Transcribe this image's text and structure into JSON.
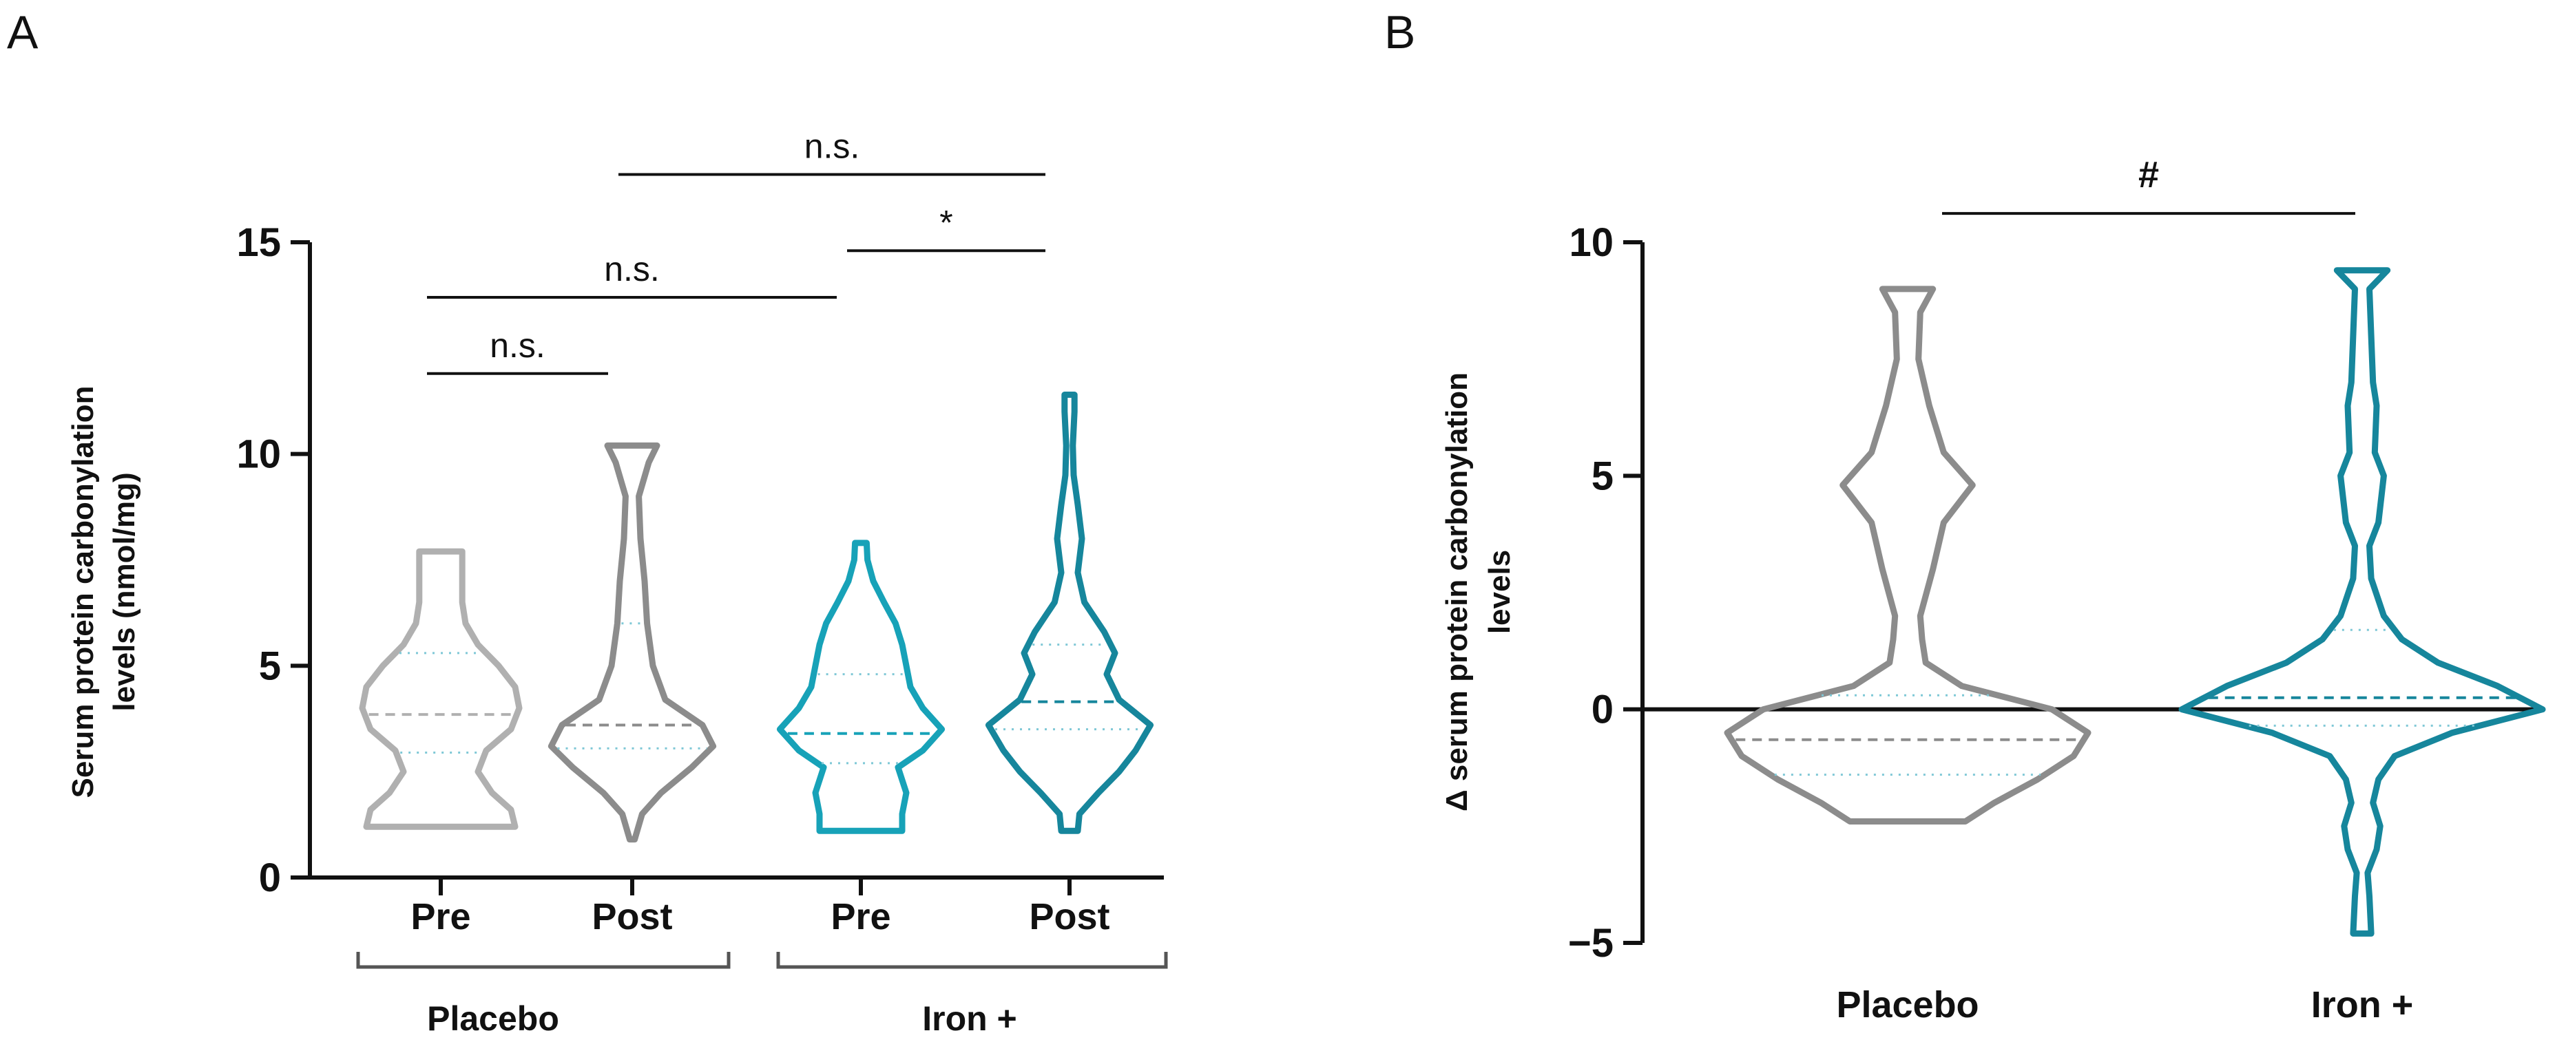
{
  "colors": {
    "placebo_pre": "#b0b0b0",
    "placebo_post": "#8c8c8c",
    "iron_pre": "#17a2b8",
    "iron_post": "#16869c",
    "axis": "#111111"
  },
  "chart_data": [
    {
      "panel_label": "A",
      "type": "violin",
      "ylabel_line1": "Serum protein carbonylation",
      "ylabel_line2": "levels (nmol/mg)",
      "ylim": [
        0,
        15
      ],
      "yticks": [
        0,
        5,
        10,
        15
      ],
      "grid": false,
      "groups": [
        {
          "label": "Placebo",
          "categories": [
            0,
            1
          ]
        },
        {
          "label": "Iron +",
          "categories": [
            2,
            3
          ]
        }
      ],
      "categories": [
        {
          "label": "Pre",
          "color_key": "placebo_pre",
          "min": 1.2,
          "max": 7.7,
          "q1": 2.95,
          "median": 3.85,
          "q3": 5.3,
          "profile": [
            [
              1.2,
              0.9
            ],
            [
              1.6,
              0.85
            ],
            [
              2.0,
              0.62
            ],
            [
              2.5,
              0.45
            ],
            [
              3.0,
              0.55
            ],
            [
              3.5,
              0.85
            ],
            [
              4.0,
              0.95
            ],
            [
              4.5,
              0.9
            ],
            [
              5.0,
              0.7
            ],
            [
              5.5,
              0.45
            ],
            [
              6.0,
              0.3
            ],
            [
              6.5,
              0.26
            ],
            [
              7.0,
              0.26
            ],
            [
              7.7,
              0.26
            ]
          ]
        },
        {
          "label": "Post",
          "color_key": "placebo_post",
          "min": 0.9,
          "max": 10.2,
          "q1": 3.05,
          "median": 3.6,
          "q3": 6.0,
          "profile": [
            [
              0.9,
              0.03
            ],
            [
              1.5,
              0.12
            ],
            [
              2.0,
              0.35
            ],
            [
              2.6,
              0.72
            ],
            [
              3.1,
              0.98
            ],
            [
              3.6,
              0.85
            ],
            [
              4.2,
              0.4
            ],
            [
              5.0,
              0.25
            ],
            [
              6.0,
              0.18
            ],
            [
              7.0,
              0.15
            ],
            [
              8.0,
              0.1
            ],
            [
              9.0,
              0.08
            ],
            [
              9.8,
              0.2
            ],
            [
              10.2,
              0.3
            ]
          ]
        },
        {
          "label": "Pre",
          "color_key": "iron_pre",
          "min": 1.1,
          "max": 7.9,
          "q1": 2.7,
          "median": 3.4,
          "q3": 4.8,
          "profile": [
            [
              1.1,
              0.5
            ],
            [
              1.5,
              0.5
            ],
            [
              2.0,
              0.55
            ],
            [
              2.6,
              0.45
            ],
            [
              3.0,
              0.75
            ],
            [
              3.5,
              0.98
            ],
            [
              4.0,
              0.75
            ],
            [
              4.5,
              0.6
            ],
            [
              5.0,
              0.55
            ],
            [
              5.5,
              0.5
            ],
            [
              6.0,
              0.42
            ],
            [
              6.5,
              0.28
            ],
            [
              7.0,
              0.15
            ],
            [
              7.5,
              0.08
            ],
            [
              7.9,
              0.07
            ]
          ]
        },
        {
          "label": "Post",
          "color_key": "iron_post",
          "min": 1.1,
          "max": 11.4,
          "q1": 3.5,
          "median": 4.15,
          "q3": 5.5,
          "profile": [
            [
              1.1,
              0.1
            ],
            [
              1.5,
              0.12
            ],
            [
              2.0,
              0.35
            ],
            [
              2.5,
              0.6
            ],
            [
              3.0,
              0.8
            ],
            [
              3.6,
              0.98
            ],
            [
              4.2,
              0.6
            ],
            [
              4.8,
              0.45
            ],
            [
              5.3,
              0.55
            ],
            [
              5.8,
              0.42
            ],
            [
              6.5,
              0.18
            ],
            [
              7.2,
              0.1
            ],
            [
              8.0,
              0.15
            ],
            [
              8.8,
              0.1
            ],
            [
              9.5,
              0.05
            ],
            [
              10.2,
              0.04
            ],
            [
              11.0,
              0.06
            ],
            [
              11.4,
              0.06
            ]
          ]
        }
      ],
      "significance": [
        {
          "from": 0,
          "to": 1,
          "text": "n.s.",
          "y": 11.9
        },
        {
          "from": 0,
          "to": 2,
          "text": "n.s.",
          "y": 13.7
        },
        {
          "from": 2,
          "to": 3,
          "text": "*",
          "y": 14.8
        },
        {
          "from": 1,
          "to": 3,
          "text": "n.s.",
          "y": 16.6
        }
      ]
    },
    {
      "panel_label": "B",
      "type": "violin",
      "ylabel_line1": "Δ serum protein carbonylation",
      "ylabel_line2": "levels",
      "ylim": [
        -5,
        10
      ],
      "yticks": [
        -5,
        0,
        5,
        10
      ],
      "yticklabels": [
        "−5",
        "0",
        "5",
        "10"
      ],
      "zero_line": true,
      "grid": false,
      "categories": [
        {
          "label": "Placebo",
          "color_key": "placebo_post",
          "min": -2.4,
          "max": 9.0,
          "q1": -1.4,
          "median": -0.65,
          "q3": 0.3,
          "profile": [
            [
              -2.4,
              0.32
            ],
            [
              -2.0,
              0.48
            ],
            [
              -1.5,
              0.72
            ],
            [
              -1.0,
              0.92
            ],
            [
              -0.5,
              1.0
            ],
            [
              0.0,
              0.8
            ],
            [
              0.5,
              0.3
            ],
            [
              1.0,
              0.1
            ],
            [
              1.5,
              0.08
            ],
            [
              2.0,
              0.07
            ],
            [
              3.0,
              0.14
            ],
            [
              4.0,
              0.2
            ],
            [
              4.8,
              0.36
            ],
            [
              5.5,
              0.2
            ],
            [
              6.5,
              0.12
            ],
            [
              7.5,
              0.06
            ],
            [
              8.5,
              0.07
            ],
            [
              9.0,
              0.14
            ]
          ]
        },
        {
          "label": "Iron +",
          "color_key": "iron_post",
          "min": -4.8,
          "max": 9.4,
          "q1": -0.35,
          "median": 0.25,
          "q3": 1.7,
          "profile": [
            [
              -4.8,
              0.05
            ],
            [
              -4.0,
              0.04
            ],
            [
              -3.5,
              0.03
            ],
            [
              -3.0,
              0.08
            ],
            [
              -2.5,
              0.1
            ],
            [
              -2.0,
              0.06
            ],
            [
              -1.5,
              0.09
            ],
            [
              -1.0,
              0.18
            ],
            [
              -0.5,
              0.5
            ],
            [
              0.0,
              1.0
            ],
            [
              0.5,
              0.75
            ],
            [
              1.0,
              0.42
            ],
            [
              1.5,
              0.22
            ],
            [
              2.0,
              0.12
            ],
            [
              2.8,
              0.05
            ],
            [
              3.5,
              0.04
            ],
            [
              4.0,
              0.09
            ],
            [
              5.0,
              0.12
            ],
            [
              5.5,
              0.07
            ],
            [
              6.5,
              0.08
            ],
            [
              7.0,
              0.06
            ],
            [
              8.0,
              0.05
            ],
            [
              9.0,
              0.04
            ],
            [
              9.4,
              0.14
            ]
          ]
        }
      ],
      "significance": [
        {
          "from": 0,
          "to": 1,
          "text": "#",
          "y": 11.0
        }
      ]
    }
  ]
}
